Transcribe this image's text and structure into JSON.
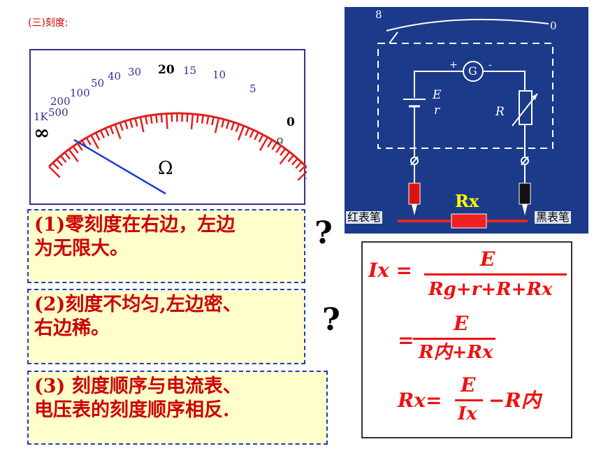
{
  "heading": "(三)刻度:",
  "meter": {
    "scale_labels": {
      "l1k": "1K",
      "l500": "500",
      "l200": "200",
      "l100": "100",
      "l50": "50",
      "l40": "40",
      "l30": "30",
      "l20": "20",
      "l15": "15",
      "l10": "10",
      "l5": "5",
      "l0": "0",
      "infinity": "∞"
    },
    "ohm_small": "Ω",
    "ohm_big": "Ω",
    "colors": {
      "scale": "#e02020",
      "needle": "#1a3cc8",
      "label": "#2f2f9a"
    }
  },
  "notes": [
    {
      "line1": "(1)零刻度在右边，左边",
      "line2": "为无限大。"
    },
    {
      "line1": "(2)刻度不均匀,左边密、",
      "line2": "右边稀。"
    },
    {
      "line1": "(3) 刻度顺序与电流表、",
      "line2": "电压表的刻度顺序相反."
    }
  ],
  "question_mark": "?",
  "circuit": {
    "inf_mark": "8",
    "zero_mark": "0",
    "galvanometer": "G",
    "plus": "+",
    "minus": "-",
    "emf": "E",
    "internal_r": "r",
    "rheostat": "R",
    "red_probe": "红表笔",
    "black_probe": "黑表笔",
    "rx": "Rx",
    "colors": {
      "background": "#1c3a8a",
      "wire": "#ffffff",
      "red_probe": "#dd1111",
      "black_probe": "#111111"
    }
  },
  "formula": {
    "ix_lhs": "Ix =",
    "E": "E",
    "denom1": "Rg+r+R+Rx",
    "eq": "=",
    "denom2": "R内+Rx",
    "rx_lhs": "Rx=",
    "ix": "Ix",
    "minus_rin": "−R内"
  }
}
